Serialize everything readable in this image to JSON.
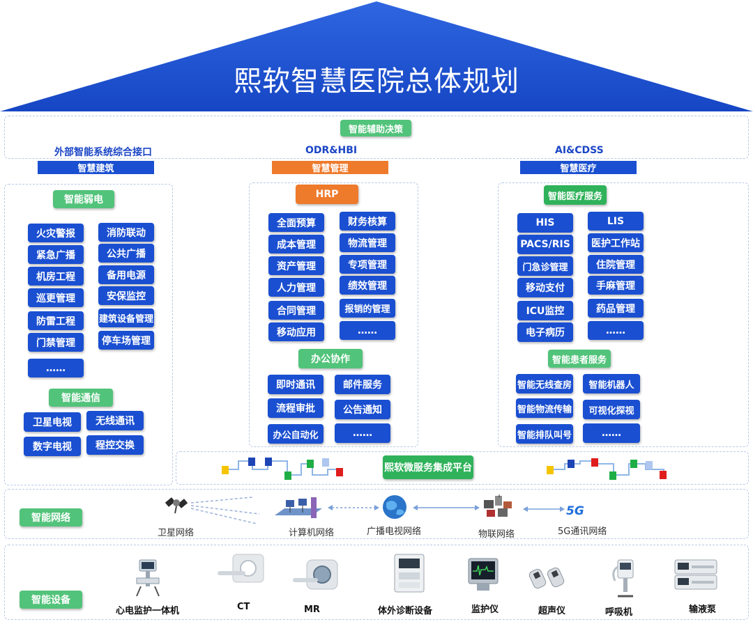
{
  "title": "熙软智慧医院总体规划",
  "decision": "智能辅助决策",
  "columns": {
    "left": {
      "heading": "外部智能系统综合接口",
      "bar": "智慧建筑"
    },
    "mid": {
      "heading": "ODR&HBI",
      "bar": "智慧管理"
    },
    "right": {
      "heading": "AI&CDSS",
      "bar": "智慧医疗"
    }
  },
  "building": {
    "section1": "智能弱电",
    "col1": [
      "火灾警报",
      "紧急广播",
      "机房工程",
      "巡更管理",
      "防雷工程",
      "门禁管理",
      "……"
    ],
    "col2": [
      "消防联动",
      "公共广播",
      "备用电源",
      "安保监控",
      "建筑设备管理",
      "停车场管理"
    ],
    "section2": "智能通信",
    "comm": [
      "卫星电视",
      "无线通讯",
      "数字电视",
      "程控交换"
    ]
  },
  "management": {
    "section1": "HRP",
    "col1": [
      "全面预算",
      "成本管理",
      "资产管理",
      "人力管理",
      "合同管理",
      "移动应用"
    ],
    "col2": [
      "财务核算",
      "物流管理",
      "专项管理",
      "绩效管理",
      "报销的管理",
      "……"
    ],
    "section2": "办公协作",
    "office": [
      "即时通讯",
      "邮件服务",
      "流程审批",
      "公告通知",
      "办公自动化",
      "……"
    ]
  },
  "medical": {
    "section1": "智能医疗服务",
    "col1": [
      "HIS",
      "PACS/RIS",
      "门急诊管理",
      "移动支付",
      "ICU监控",
      "电子病历"
    ],
    "col2": [
      "LIS",
      "医护工作站",
      "住院管理",
      "手麻管理",
      "药品管理",
      "……"
    ],
    "section2": "智能患者服务",
    "patient": [
      "智能无线查房",
      "智能机器人",
      "智能物流传输",
      "可视化探视",
      "智能排队叫号",
      "……"
    ]
  },
  "platform": "熙软微服务集成平台",
  "network": {
    "label": "智能网络",
    "items": [
      "卫星网络",
      "计算机网络",
      "广播电视网络",
      "物联网络",
      "5G通讯网络"
    ],
    "fiveg_badge": "5G"
  },
  "devices": {
    "label": "智能设备",
    "items": [
      "心电监护一体机",
      "CT",
      "MR",
      "体外诊断设备",
      "监护仪",
      "超声仪",
      "呼吸机",
      "输液泵"
    ]
  },
  "colors": {
    "primary_blue": "#1a4fd1",
    "green": "#2fb25a",
    "orange": "#ee7a2c"
  }
}
